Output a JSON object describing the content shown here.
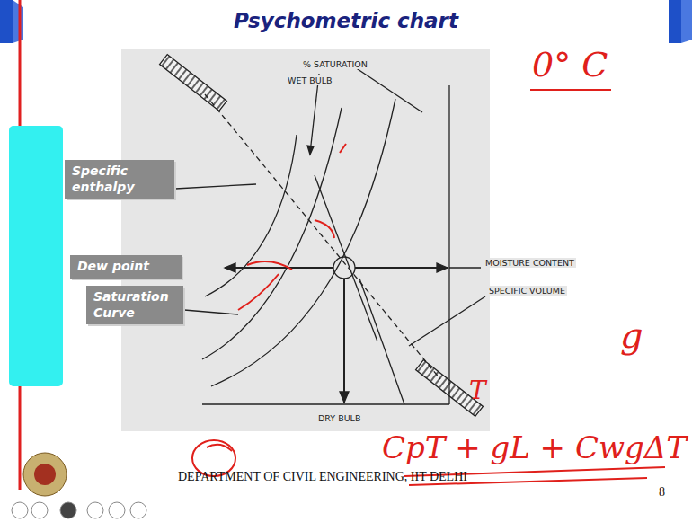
{
  "diagram": {
    "title": "Psychometric chart",
    "nodes": [
      {
        "text": [
          "Specific enthalpy"
        ]
      },
      {
        "text": [
          "Dew point"
        ]
      },
      {
        "text": [
          "Saturation Curve"
        ]
      }
    ],
    "labels": [
      "% SATURATION",
      "WET BULB",
      "MOISTURE CONTENT",
      "SPECIFIC VOLUME",
      "DRY BULB",
      "DEPARTMENT OF CIVIL ENGINEERING, IIT DELHI",
      "8",
      "0° C",
      "g",
      "T",
      "CpT + gL + CwgΔT"
    ]
  }
}
